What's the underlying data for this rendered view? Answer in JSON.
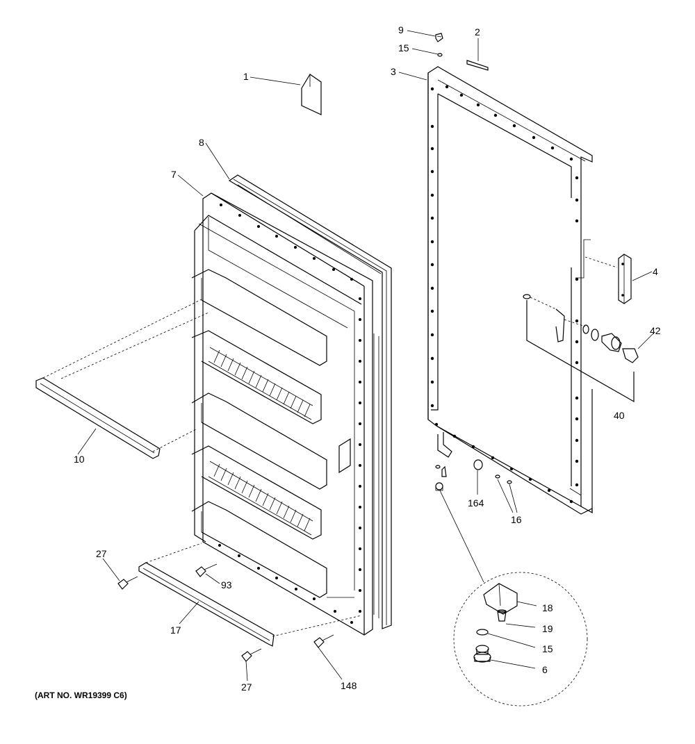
{
  "diagram": {
    "art_number": "(ART NO. WR19399 C6)",
    "callouts": [
      {
        "id": "9",
        "label": "9"
      },
      {
        "id": "2",
        "label": "2"
      },
      {
        "id": "15a",
        "label": "15"
      },
      {
        "id": "3",
        "label": "3"
      },
      {
        "id": "1",
        "label": "1"
      },
      {
        "id": "8",
        "label": "8"
      },
      {
        "id": "7",
        "label": "7"
      },
      {
        "id": "4",
        "label": "4"
      },
      {
        "id": "42",
        "label": "42"
      },
      {
        "id": "40",
        "label": "40"
      },
      {
        "id": "10",
        "label": "10"
      },
      {
        "id": "164",
        "label": "164"
      },
      {
        "id": "16",
        "label": "16"
      },
      {
        "id": "27a",
        "label": "27"
      },
      {
        "id": "93",
        "label": "93"
      },
      {
        "id": "18",
        "label": "18"
      },
      {
        "id": "19",
        "label": "19"
      },
      {
        "id": "17",
        "label": "17"
      },
      {
        "id": "15b",
        "label": "15"
      },
      {
        "id": "6",
        "label": "6"
      },
      {
        "id": "27b",
        "label": "27"
      },
      {
        "id": "148",
        "label": "148"
      }
    ]
  }
}
